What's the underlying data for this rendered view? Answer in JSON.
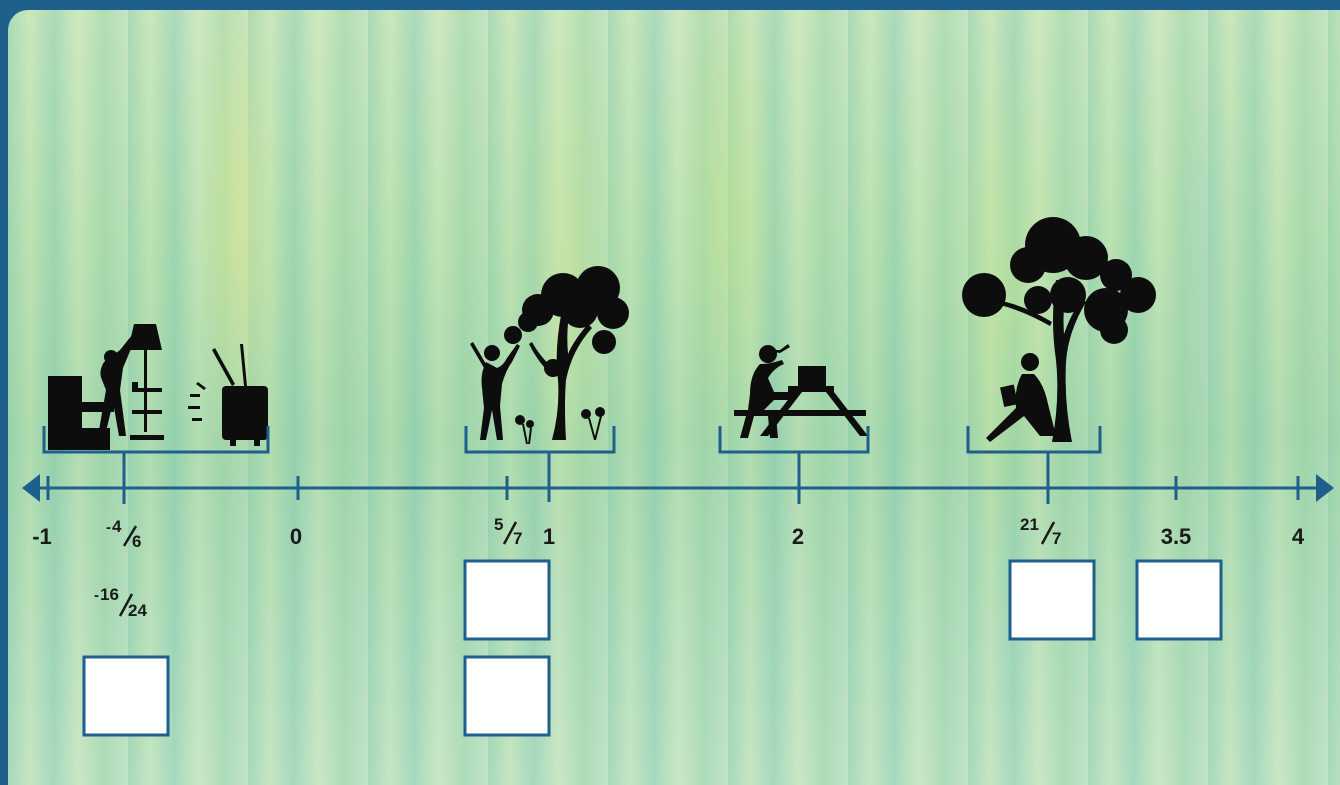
{
  "number_line": {
    "tick_labels": {
      "neg_one": "-1",
      "zero": "0",
      "one": "1",
      "two": "2",
      "three_point_five": "3.5",
      "four": "4"
    },
    "fraction_labels": {
      "neg_four_sixths": {
        "sign": "-",
        "num": "4",
        "den": "6"
      },
      "neg_sixteen_24ths": {
        "sign": "-",
        "num": "16",
        "den": "24"
      },
      "five_sevenths": {
        "sign": "",
        "num": "5",
        "den": "7"
      },
      "twentyone_sevenths": {
        "sign": "",
        "num": "21",
        "den": "7"
      }
    },
    "colors": {
      "line": "#1f5f8b",
      "frame": "#1f5f8b",
      "silhouette": "#0d0d0d"
    }
  },
  "scenes": [
    {
      "name": "living-room",
      "icon": "person-reading-lamp-tv-icon"
    },
    {
      "name": "garden",
      "icon": "child-picking-fruit-tree-icon"
    },
    {
      "name": "picnic",
      "icon": "person-at-picnic-table-icon"
    },
    {
      "name": "tree-reading",
      "icon": "person-reading-under-tree-icon"
    }
  ],
  "answer_boxes": [
    {
      "name": "answer-box-neg-two-thirds",
      "value": ""
    },
    {
      "name": "answer-box-five-sevenths-a",
      "value": ""
    },
    {
      "name": "answer-box-five-sevenths-b",
      "value": ""
    },
    {
      "name": "answer-box-three",
      "value": ""
    },
    {
      "name": "answer-box-three-point-five",
      "value": ""
    }
  ]
}
